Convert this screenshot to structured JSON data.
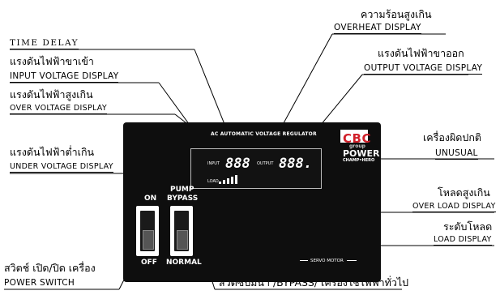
{
  "labels": {
    "overheat_th": "ความร้อนสูงเกิน",
    "overheat_en": "OVERHEAT DISPLAY",
    "time_delay": "TIME DELAY",
    "input_th": "แรงดันไฟฟ้าขาเข้า",
    "input_en": "INPUT VOLTAGE DISPLAY",
    "output_th": "แรงดันไฟฟ้าขาออก",
    "output_en": "OUTPUT VOLTAGE DISPLAY",
    "overvolt_th": "แรงดันไฟฟ้าสูงเกิน",
    "overvolt_en": "OVER VOLTAGE DISPLAY",
    "unusual_th": "เครื่องผิดปกติ",
    "unusual_en": "UNUSUAL",
    "undervolt_th": "แรงดันไฟฟ้าต่ำเกิน",
    "undervolt_en": "UNDER VOLTAGE DISPLAY",
    "overload_th": "โหลดสูงเกิน",
    "overload_en": "OVER LOAD DISPLAY",
    "load_th": "ระดับโหลด",
    "load_en": "LOAD DISPLAY",
    "power_th": "สวิตช์ เปิด/ปิด เครื่อง",
    "power_en": "POWER SWITCH",
    "pump_th": "สวิตซ์ปั๊มน้ำ /BYPASS/ เครื่องใช้ไฟฟ้าทั่วไป"
  },
  "device": {
    "title": "AC AUTOMATIC VOLTAGE REGULATOR",
    "logo": "CBC",
    "logo_sub": "group",
    "logo_power": "POWER",
    "logo_champ": "CHAMP•HERO",
    "lcd_input_digits": "888",
    "lcd_output_digits": "888.",
    "lcd_input_label": "INPUT",
    "lcd_output_label": "OUTPUT",
    "lcd_load_label": "LOAD",
    "switch_on": "ON",
    "switch_off": "OFF",
    "pump_top": "PUMP",
    "bypass_top": "BYPASS",
    "normal_bottom": "NORMAL",
    "servo": "SERVO MOTOR"
  }
}
